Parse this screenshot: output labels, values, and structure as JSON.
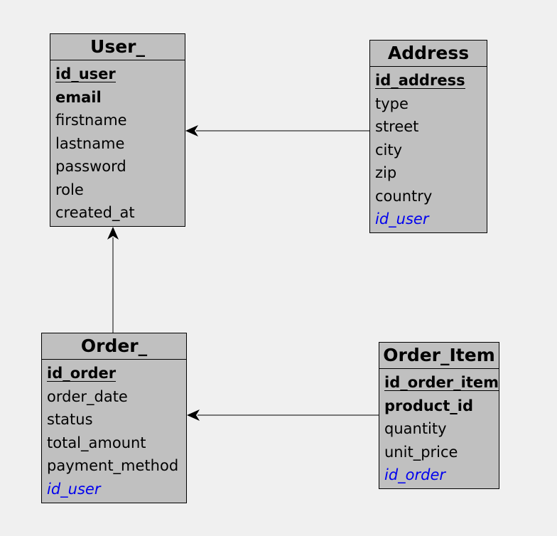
{
  "colors": {
    "background": "#f0f0f0",
    "entity_fill": "#c0c0c0",
    "border": "#000000",
    "foreign_key": "#0000ee"
  },
  "entities": {
    "user": {
      "title": "User_",
      "fields": [
        {
          "name": "id_user",
          "kind": "pk"
        },
        {
          "name": "email",
          "kind": "key"
        },
        {
          "name": "firstname",
          "kind": "normal"
        },
        {
          "name": "lastname",
          "kind": "normal"
        },
        {
          "name": "password",
          "kind": "normal"
        },
        {
          "name": "role",
          "kind": "normal"
        },
        {
          "name": "created_at",
          "kind": "normal"
        }
      ]
    },
    "address": {
      "title": "Address",
      "fields": [
        {
          "name": "id_address",
          "kind": "pk"
        },
        {
          "name": "type",
          "kind": "normal"
        },
        {
          "name": "street",
          "kind": "normal"
        },
        {
          "name": "city",
          "kind": "normal"
        },
        {
          "name": "zip",
          "kind": "normal"
        },
        {
          "name": "country",
          "kind": "normal"
        },
        {
          "name": "id_user",
          "kind": "fk"
        }
      ]
    },
    "order": {
      "title": "Order_",
      "fields": [
        {
          "name": "id_order",
          "kind": "pk"
        },
        {
          "name": "order_date",
          "kind": "normal"
        },
        {
          "name": "status",
          "kind": "normal"
        },
        {
          "name": "total_amount",
          "kind": "normal"
        },
        {
          "name": "payment_method",
          "kind": "normal"
        },
        {
          "name": "id_user",
          "kind": "fk"
        }
      ]
    },
    "order_item": {
      "title": "Order_Item",
      "fields": [
        {
          "name": "id_order_item",
          "kind": "pk"
        },
        {
          "name": "product_id",
          "kind": "key"
        },
        {
          "name": "quantity",
          "kind": "normal"
        },
        {
          "name": "unit_price",
          "kind": "normal"
        },
        {
          "name": "id_order",
          "kind": "fk"
        }
      ]
    }
  },
  "relationships": [
    {
      "from": "address",
      "to": "user"
    },
    {
      "from": "order",
      "to": "user"
    },
    {
      "from": "order_item",
      "to": "order"
    }
  ]
}
